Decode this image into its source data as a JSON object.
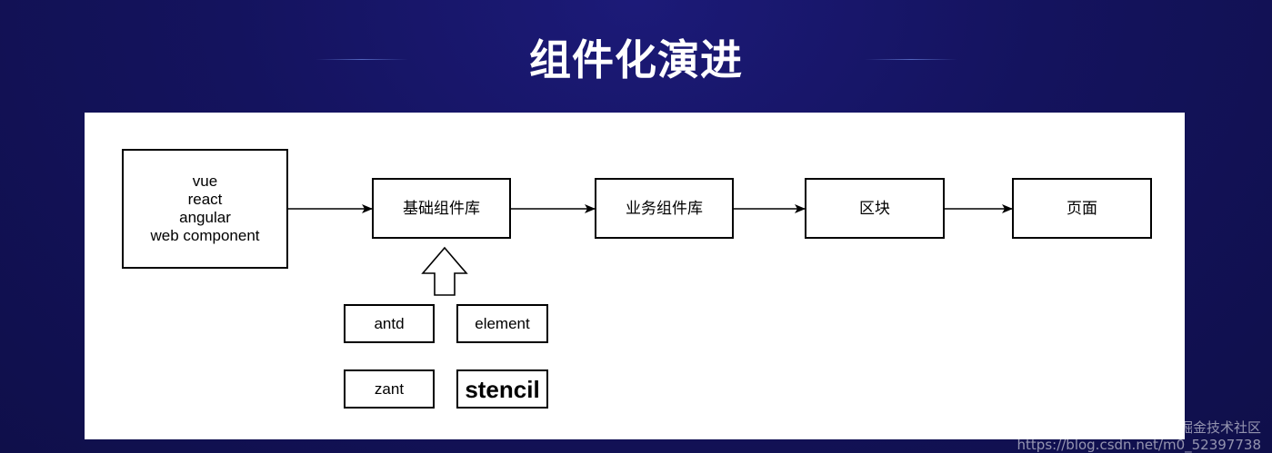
{
  "title": "组件化演进",
  "diagram": {
    "frameworks": [
      "vue",
      "react",
      "angular",
      "web component"
    ],
    "flow": [
      "基础组件库",
      "业务组件库",
      "区块",
      "页面"
    ],
    "libraries": [
      "antd",
      "element",
      "zant",
      "stencil"
    ]
  },
  "watermark": {
    "url": "https://blog.csdn.net/m0_52397738",
    "text": "@稀土掘金技术社区"
  }
}
